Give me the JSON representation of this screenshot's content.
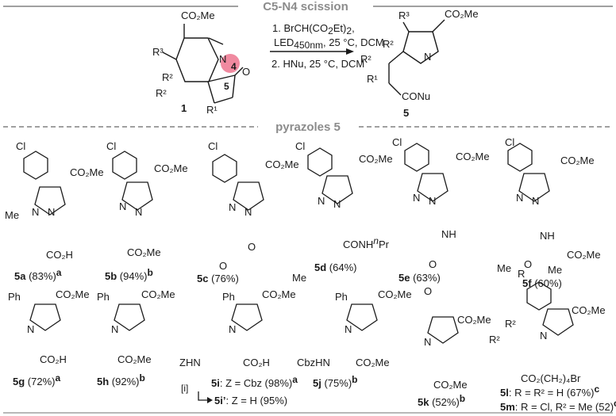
{
  "header": {
    "title": "C5-N4 scission"
  },
  "reaction": {
    "step1": "1. BrCH(CO",
    "step1_sub": "2",
    "step1_end": "Et)",
    "step1_end_sub": "2",
    "step1_tail": ",",
    "step1b": "LED",
    "step1b_sub": "450nm",
    "step1b_end": ", 25 °C, DCM",
    "step2": "2. HNu, 25 °C, DCM",
    "sm_number": "1",
    "product_number": "5",
    "atom_n4": "4",
    "atom_c5": "5"
  },
  "section2": {
    "title": "pyrazoles 5"
  },
  "compounds": [
    {
      "id": "5a",
      "yield": "(83%)",
      "note": "a"
    },
    {
      "id": "5b",
      "yield": "(94%)",
      "note": "b"
    },
    {
      "id": "5c",
      "yield": "(76%)",
      "note": ""
    },
    {
      "id": "5d",
      "yield": "(64%)",
      "note": ""
    },
    {
      "id": "5e",
      "yield": "(63%)",
      "note": ""
    },
    {
      "id": "5f",
      "yield": "(60%)",
      "note": ""
    },
    {
      "id": "5g",
      "yield": "(72%)",
      "note": "a"
    },
    {
      "id": "5h",
      "yield": "(92%)",
      "note": "b"
    },
    {
      "id": "5i",
      "yield": ": Z = Cbz (98%)",
      "note": "a"
    },
    {
      "id": "5i’",
      "yield": ": Z = H (95%)",
      "note": ""
    },
    {
      "id": "5j",
      "yield": "(75%)",
      "note": "b"
    },
    {
      "id": "5k",
      "yield": "(52%)",
      "note": "b"
    },
    {
      "id": "5l",
      "yield": ": R = R² = H (67%)",
      "note": "c"
    },
    {
      "id": "5m",
      "yield": ": R = Cl, R² = Me (52)",
      "note": "c"
    }
  ],
  "labels": {
    "cl": "Cl",
    "ph": "Ph",
    "me": "Me",
    "co2me": "CO₂Me",
    "co2h": "CO₂H",
    "n": "N",
    "nh": "NH",
    "o": "O",
    "r": "R",
    "r1": "R¹",
    "r2": "R²",
    "r3": "R³",
    "conu": "CONu",
    "conhpr_a": "CONH",
    "conhpr_b": "n",
    "conhpr_c": "Pr",
    "zhn": "ZHN",
    "cbzhn": "CbzHN",
    "i_step": "[i]",
    "co2ch2br": "CO₂(CH₂)₄Br"
  }
}
